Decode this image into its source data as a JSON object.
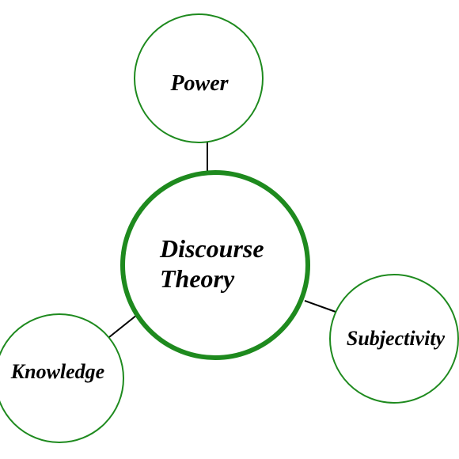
{
  "diagram": {
    "central": {
      "line1": "Discourse",
      "line2": "Theory"
    },
    "nodes": {
      "power": "Power",
      "subjectivity": "Subjectivity",
      "knowledge": "Knowledge"
    },
    "colors": {
      "circle_stroke": "#1e8a1e",
      "connector": "#000000",
      "text": "#000000",
      "background": "#ffffff"
    }
  }
}
